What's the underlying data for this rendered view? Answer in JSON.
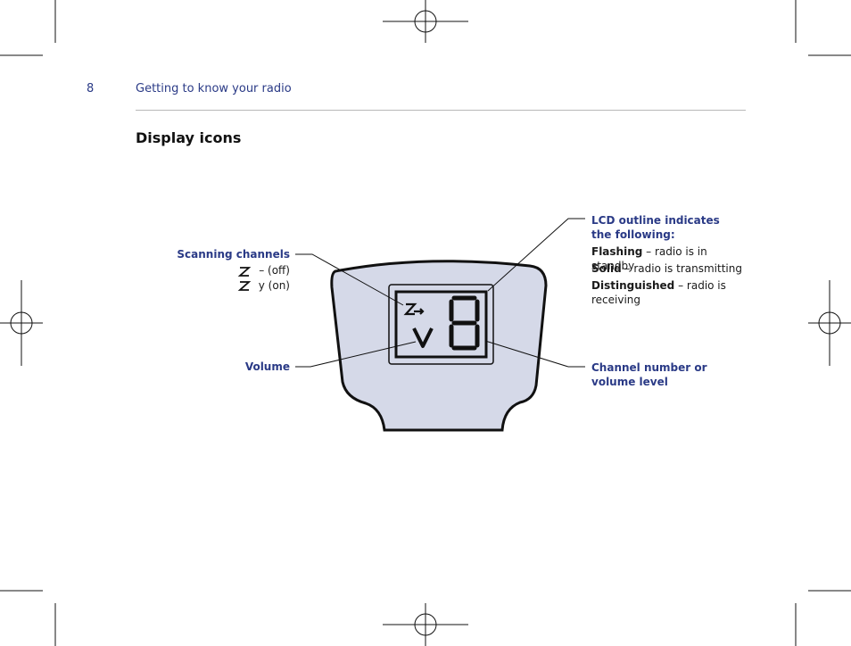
{
  "header": {
    "page_number": "8",
    "running_head": "Getting to know your radio"
  },
  "section": {
    "title": "Display icons"
  },
  "callouts": {
    "scanning": {
      "title": "Scanning channels",
      "off_text": "– (off)",
      "on_text": "y (on)"
    },
    "volume": {
      "title": "Volume"
    },
    "lcd_outline": {
      "title": "LCD outline indicates the following:",
      "items": [
        {
          "term": "Flashing",
          "desc": " – radio is in standby"
        },
        {
          "term": "Solid",
          "desc": " – radio is transmitting"
        },
        {
          "term": "Distinguished",
          "desc": " – radio is receiving"
        }
      ]
    },
    "channel": {
      "title": "Channel number or volume level"
    }
  },
  "colors": {
    "accent": "#2a3a86",
    "display_fill": "#d5d9e8",
    "outline": "#111111"
  },
  "icons": [
    "scan-icon",
    "scan-inactive-icon",
    "volume-icon",
    "seven-segment-digit-icon"
  ]
}
